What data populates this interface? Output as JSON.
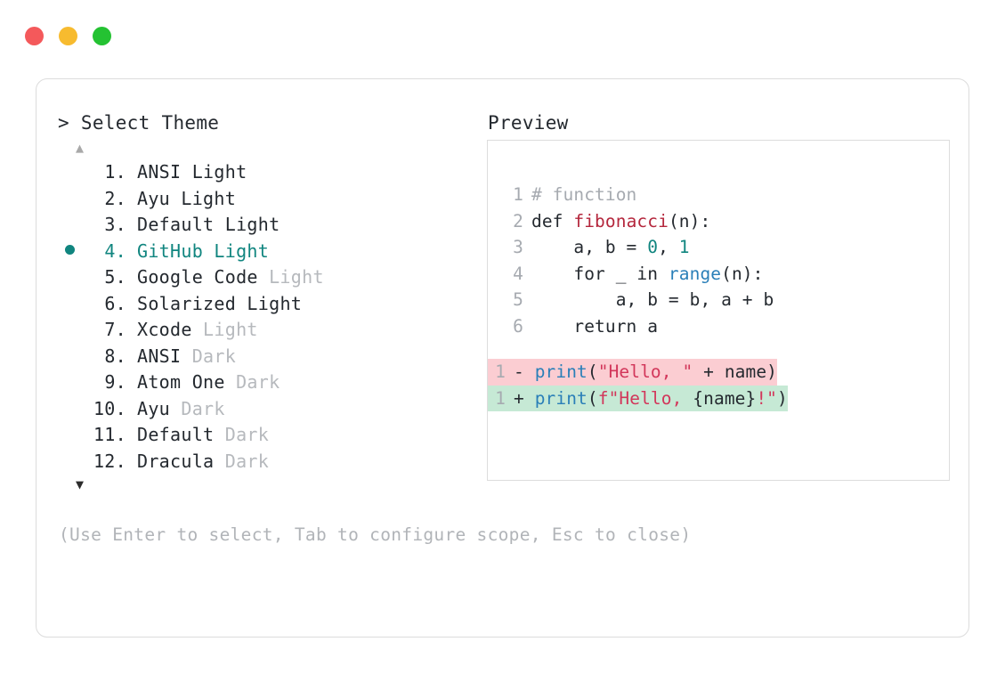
{
  "window": {
    "traffic_lights": [
      {
        "name": "close",
        "color": "#f4595b"
      },
      {
        "name": "minimize",
        "color": "#f7bb2f"
      },
      {
        "name": "maximize",
        "color": "#24c232"
      }
    ]
  },
  "prompt": {
    "caret": ">",
    "title": "Select Theme"
  },
  "scroll": {
    "up_glyph": "▲",
    "down_glyph": "▼",
    "up_active": false,
    "down_active": true
  },
  "themes": {
    "selected_index": 4,
    "items": [
      {
        "index": "1.",
        "name": "ANSI",
        "variant": "Light",
        "variant_dim": false,
        "selected": false
      },
      {
        "index": "2.",
        "name": "Ayu",
        "variant": "Light",
        "variant_dim": false,
        "selected": false
      },
      {
        "index": "3.",
        "name": "Default",
        "variant": "Light",
        "variant_dim": false,
        "selected": false
      },
      {
        "index": "4.",
        "name": "GitHub",
        "variant": "Light",
        "variant_dim": false,
        "selected": true
      },
      {
        "index": "5.",
        "name": "Google Code",
        "variant": "Light",
        "variant_dim": true,
        "selected": false
      },
      {
        "index": "6.",
        "name": "Solarized",
        "variant": "Light",
        "variant_dim": false,
        "selected": false
      },
      {
        "index": "7.",
        "name": "Xcode",
        "variant": "Light",
        "variant_dim": true,
        "selected": false
      },
      {
        "index": "8.",
        "name": "ANSI",
        "variant": "Dark",
        "variant_dim": true,
        "selected": false
      },
      {
        "index": "9.",
        "name": "Atom One",
        "variant": "Dark",
        "variant_dim": true,
        "selected": false
      },
      {
        "index": "10.",
        "name": "Ayu",
        "variant": "Dark",
        "variant_dim": true,
        "selected": false
      },
      {
        "index": "11.",
        "name": "Default",
        "variant": "Dark",
        "variant_dim": true,
        "selected": false
      },
      {
        "index": "12.",
        "name": "Dracula",
        "variant": "Dark",
        "variant_dim": true,
        "selected": false
      }
    ]
  },
  "help": {
    "text": "(Use Enter to select, Tab to configure scope, Esc to close)"
  },
  "preview": {
    "label": "Preview",
    "code_lines": [
      {
        "number": "1",
        "tokens": [
          {
            "t": "# function",
            "c": "comment"
          }
        ]
      },
      {
        "number": "2",
        "tokens": [
          {
            "t": "def ",
            "c": "kw"
          },
          {
            "t": "fibonacci",
            "c": "fn"
          },
          {
            "t": "(n):",
            "c": "punct"
          }
        ]
      },
      {
        "number": "3",
        "tokens": [
          {
            "t": "    a, b = ",
            "c": "kw"
          },
          {
            "t": "0",
            "c": "num"
          },
          {
            "t": ", ",
            "c": "punct"
          },
          {
            "t": "1",
            "c": "num"
          }
        ]
      },
      {
        "number": "4",
        "tokens": [
          {
            "t": "    for _ in ",
            "c": "kw"
          },
          {
            "t": "range",
            "c": "builtin"
          },
          {
            "t": "(n):",
            "c": "punct"
          }
        ]
      },
      {
        "number": "5",
        "tokens": [
          {
            "t": "        a, b = b, a + b",
            "c": "kw"
          }
        ]
      },
      {
        "number": "6",
        "tokens": [
          {
            "t": "    return a",
            "c": "kw"
          }
        ]
      }
    ],
    "diff_lines": [
      {
        "number": "1",
        "sign": "-",
        "kind": "del",
        "bg": "#fbcdd2",
        "tokens": [
          {
            "t": "print",
            "c": "builtin"
          },
          {
            "t": "(",
            "c": "punct"
          },
          {
            "t": "\"Hello, \"",
            "c": "str"
          },
          {
            "t": " + name)",
            "c": "punct"
          }
        ]
      },
      {
        "number": "1",
        "sign": "+",
        "kind": "add",
        "bg": "#c6e9d5",
        "tokens": [
          {
            "t": "print",
            "c": "builtin"
          },
          {
            "t": "(",
            "c": "punct"
          },
          {
            "t": "f\"Hello, ",
            "c": "str"
          },
          {
            "t": "{name}",
            "c": "punct"
          },
          {
            "t": "!\"",
            "c": "str"
          },
          {
            "t": ")",
            "c": "punct"
          }
        ]
      }
    ]
  },
  "colors": {
    "accent_teal": "#10857f",
    "text": "#24292f",
    "muted": "#b1b4b8",
    "border": "#dcdcdc",
    "diff_del_bg": "#fbcdd2",
    "diff_add_bg": "#c6e9d5"
  }
}
